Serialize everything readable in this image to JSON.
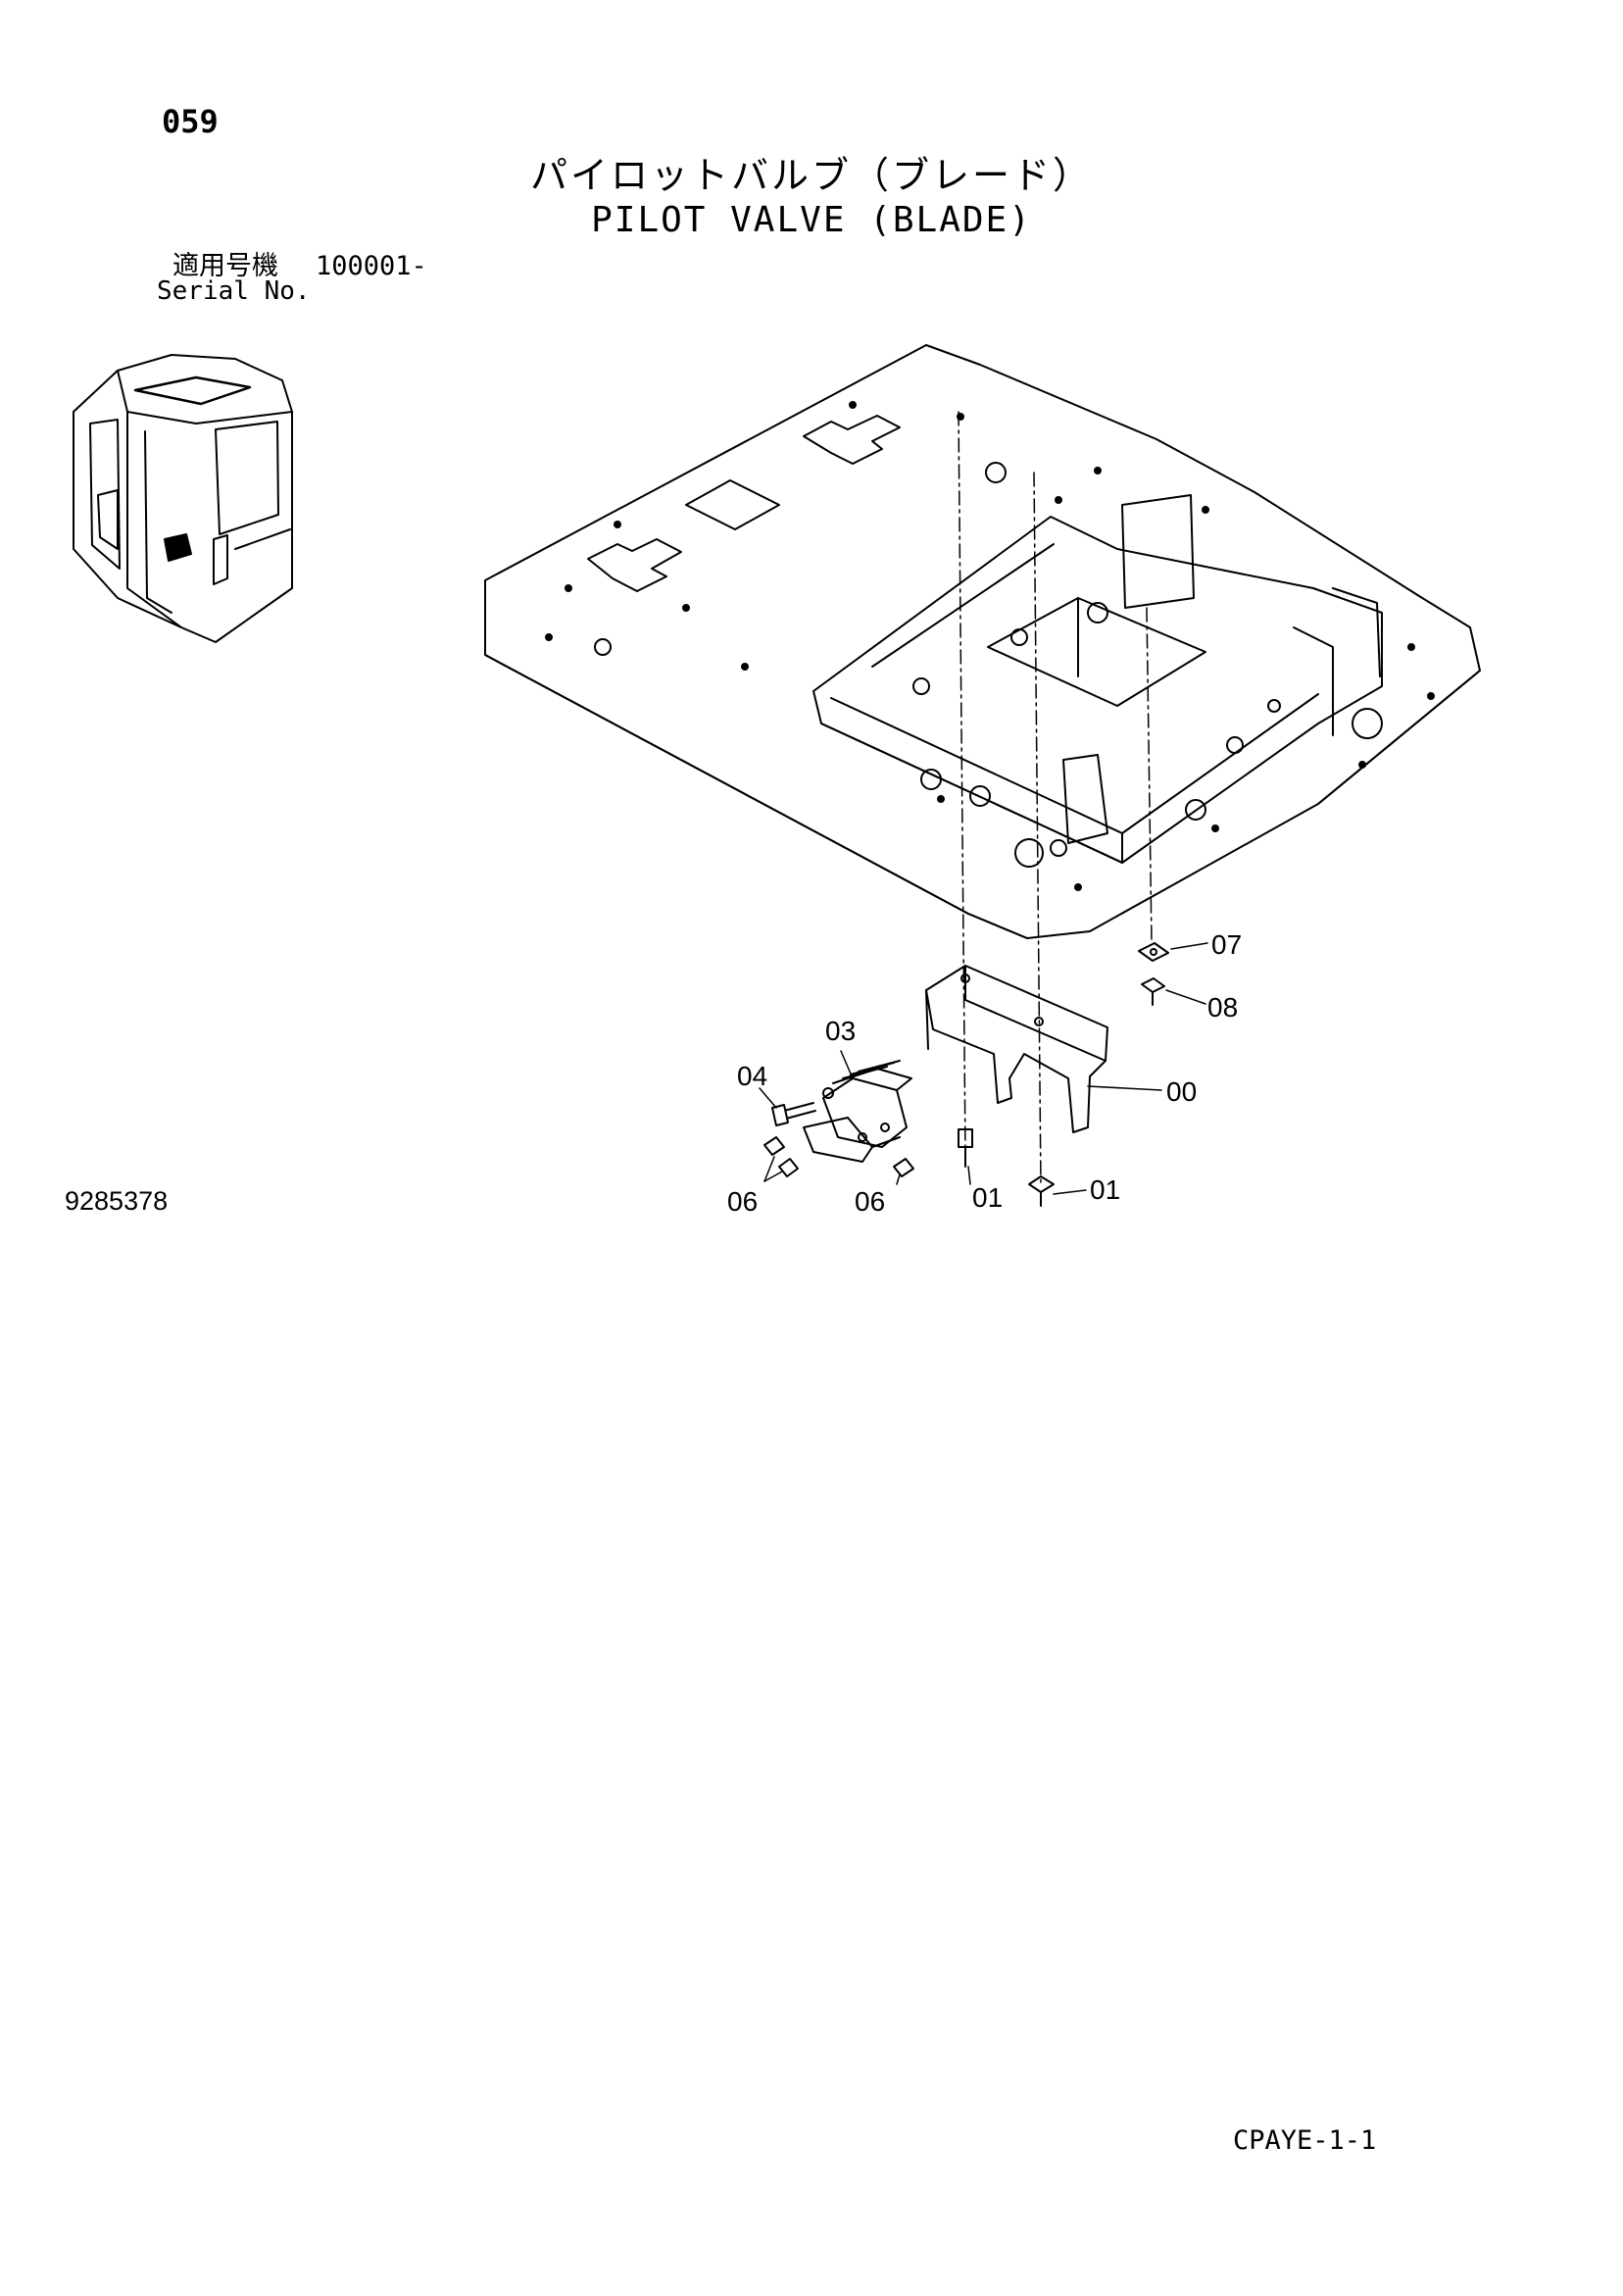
{
  "header": {
    "page_number": "059",
    "title_ja": "パイロットバルブ（ブレード）",
    "title_en": "PILOT VALVE (BLADE)",
    "serial_label_ja": "適用号機",
    "serial_value": "100001-",
    "serial_label_en": "Serial No."
  },
  "callouts": {
    "c07": "07",
    "c08": "08",
    "c03": "03",
    "c04": "04",
    "c00": "00",
    "c06a": "06",
    "c06b": "06",
    "c01a": "01",
    "c01b": "01"
  },
  "footer": {
    "drawing_number": "9285378",
    "doc_code": "CPAYE-1-1"
  }
}
